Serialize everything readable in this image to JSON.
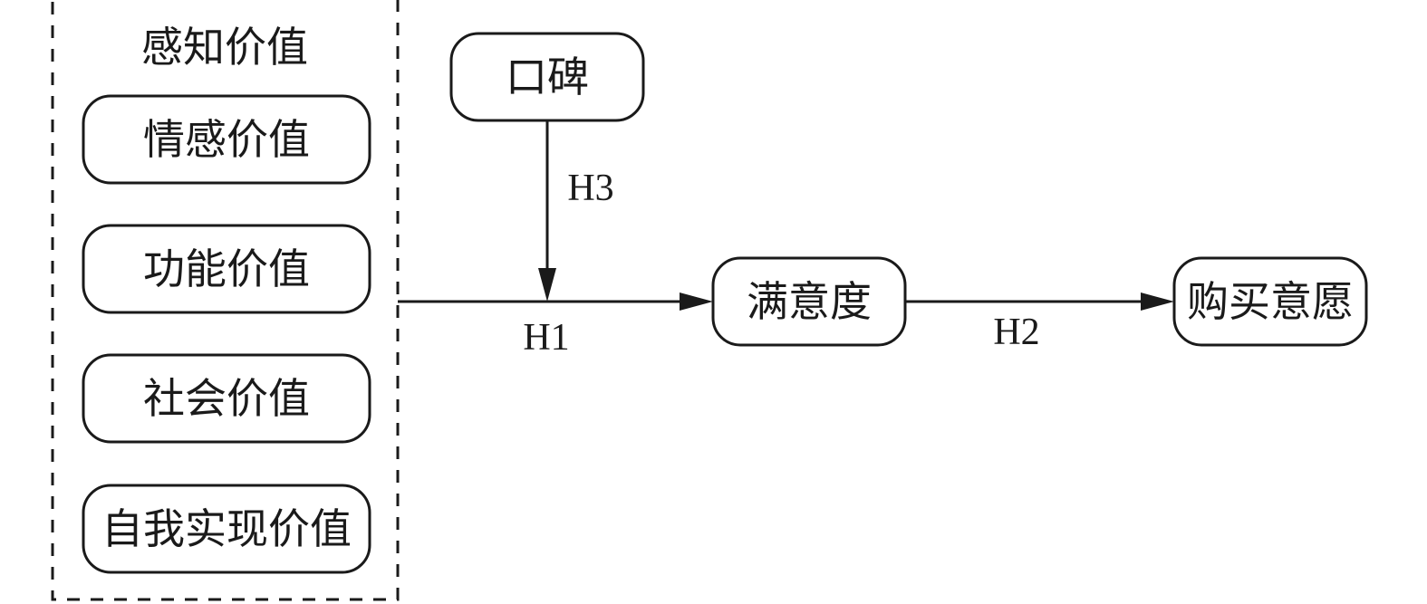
{
  "group": {
    "title": "感知价值",
    "items": [
      {
        "label": "情感价值"
      },
      {
        "label": "功能价值"
      },
      {
        "label": "社会价值"
      },
      {
        "label": "自我实现价值"
      }
    ]
  },
  "nodes": {
    "word_of_mouth": "口碑",
    "satisfaction": "满意度",
    "purchase_intention": "购买意愿"
  },
  "edges": {
    "h1": "H1",
    "h2": "H2",
    "h3": "H3"
  }
}
